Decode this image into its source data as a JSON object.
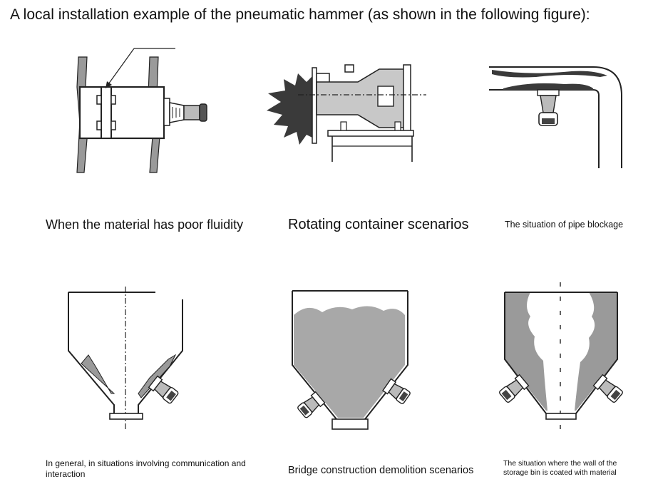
{
  "title": "A local installation example of the pneumatic hammer (as shown in the following figure):",
  "figures": [
    {
      "caption": "When the material has poor fluidity"
    },
    {
      "caption": "Rotating container scenarios"
    },
    {
      "caption": "The situation of pipe blockage"
    },
    {
      "caption": "In general, in situations involving communication and interaction"
    },
    {
      "caption": "Bridge construction demolition scenarios"
    },
    {
      "caption": "The situation where the wall of the storage bin is coated with material"
    }
  ],
  "colors": {
    "material": "#9a9a9a",
    "solid": "#3a3a3a",
    "line": "#222222"
  },
  "icons": [
    "pneumatic-hammer-icon"
  ]
}
